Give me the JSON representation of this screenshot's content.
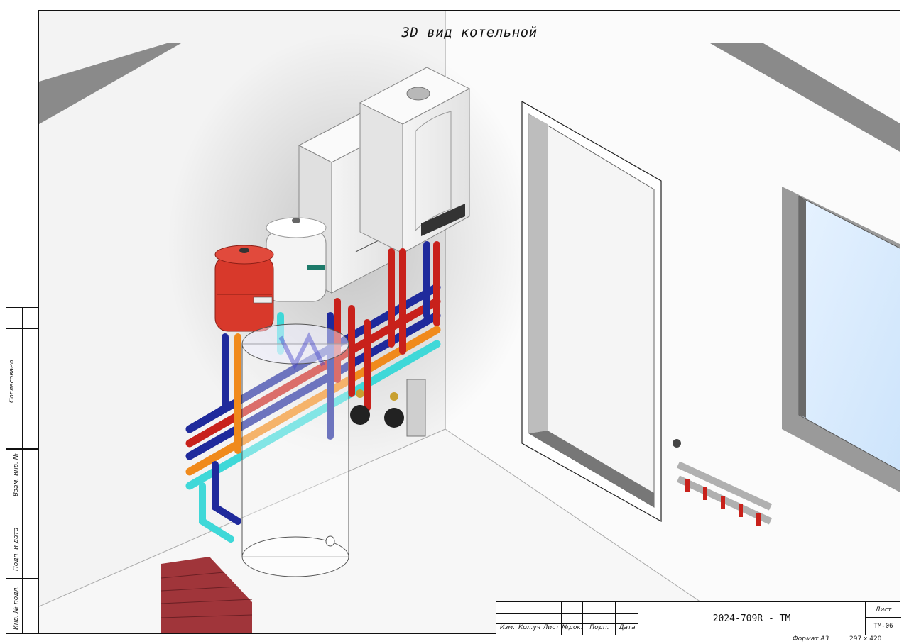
{
  "drawing": {
    "title": "3D вид котельной"
  },
  "side_stamp": {
    "agreed": "Согласовано",
    "inv_exchange": "Взам. инв. №",
    "sign_date": "Подп. и дата",
    "inv_original": "Инв. № подл."
  },
  "title_block": {
    "columns": [
      "Изм.",
      "Кол.уч",
      "Лист",
      "№док.",
      "Подп.",
      "Дата"
    ],
    "document_code": "2024-709R - ТМ",
    "sheet_label": "Лист",
    "sheet_number": "ТМ-06"
  },
  "footer": {
    "format": "Формат А3",
    "size": "297 x 420"
  },
  "colors": {
    "supply": "#c8211b",
    "return": "#1f2a9c",
    "hot_water": "#f08a1c",
    "cold_water": "#3fd8d8",
    "tank_red": "#d8392b",
    "frame": "#111111"
  }
}
